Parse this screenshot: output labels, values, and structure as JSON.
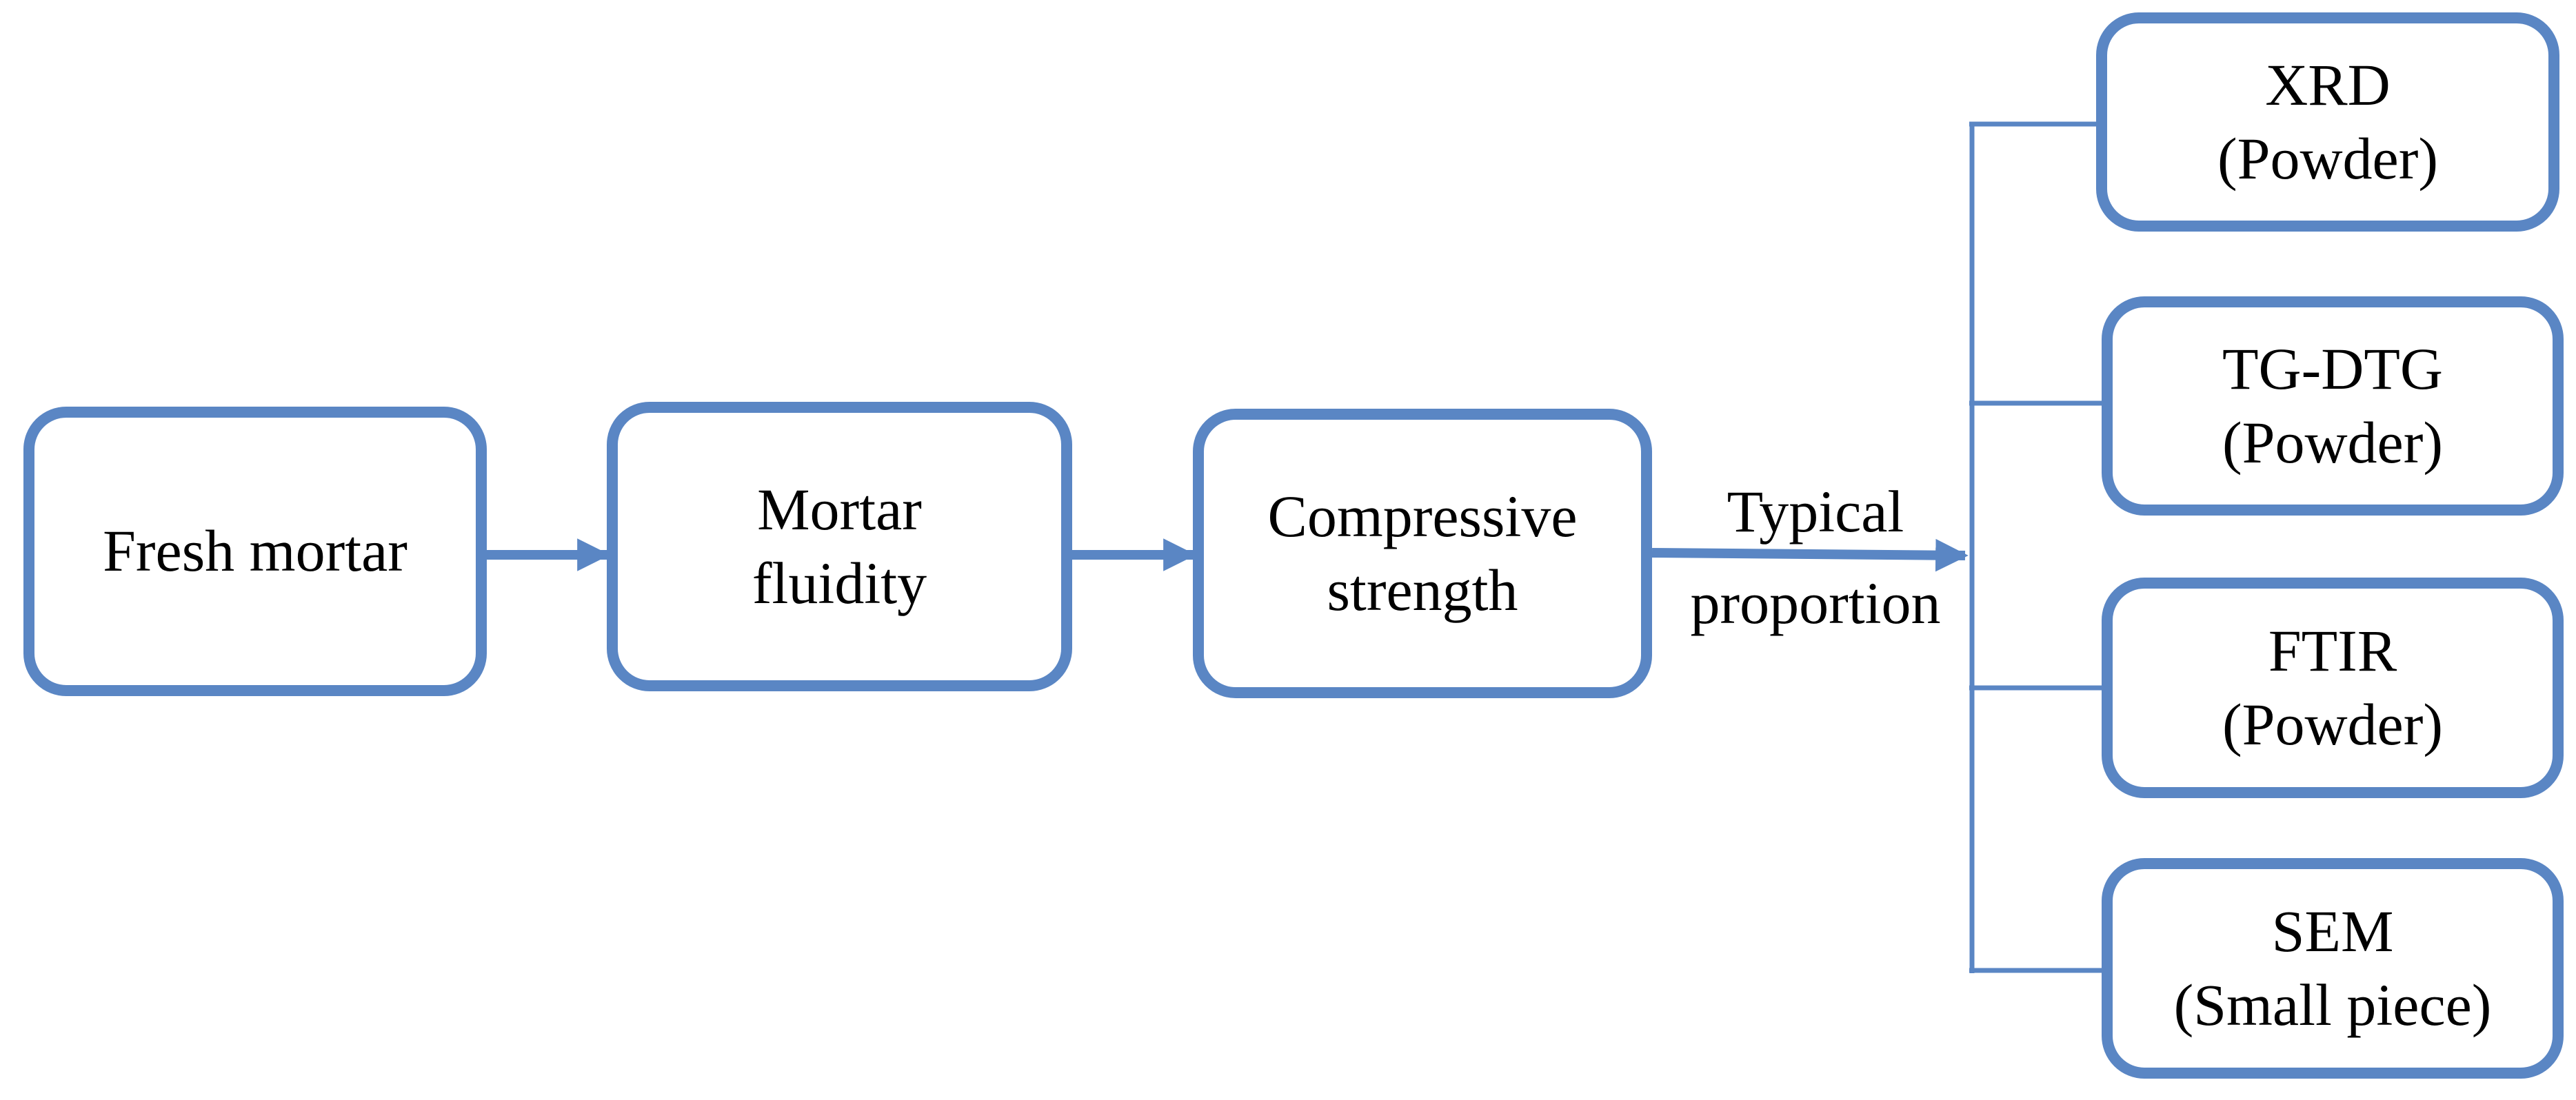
{
  "colors": {
    "accent": "#5a86c4",
    "text": "#000000",
    "background": "#ffffff"
  },
  "nodes": {
    "fresh_mortar": {
      "lines": [
        "Fresh mortar"
      ]
    },
    "mortar_fluidity": {
      "lines": [
        "Mortar",
        "fluidity"
      ]
    },
    "compressive_strength": {
      "lines": [
        "Compressive",
        "strength"
      ]
    },
    "xrd": {
      "lines": [
        "XRD",
        "(Powder)"
      ]
    },
    "tg_dtg": {
      "lines": [
        "TG-DTG",
        "(Powder)"
      ]
    },
    "ftir": {
      "lines": [
        "FTIR",
        "(Powder)"
      ]
    },
    "sem": {
      "lines": [
        "SEM",
        "(Small piece)"
      ]
    }
  },
  "edge_label": {
    "lines": [
      "Typical",
      "proportion"
    ]
  }
}
